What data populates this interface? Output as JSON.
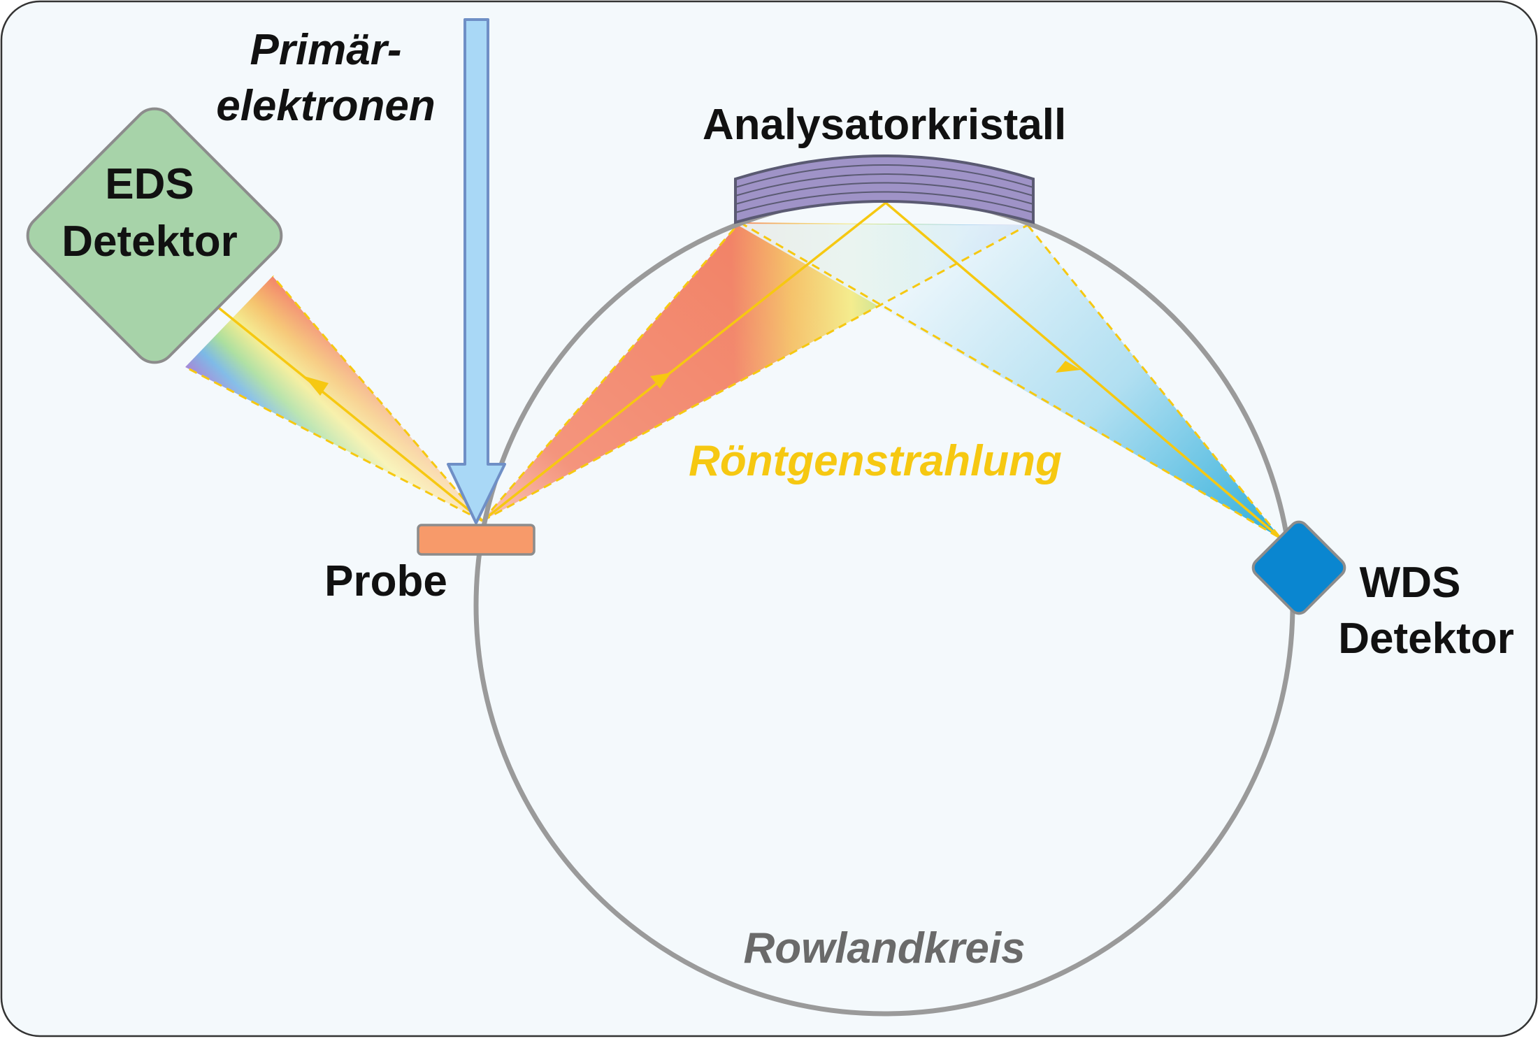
{
  "labels": {
    "primary_line1": "Primär-",
    "primary_line2": "elektronen",
    "eds_line1": "EDS",
    "eds_line2": "Detektor",
    "crystal": "Analysatorkristall",
    "xray": "Röntgenstrahlung",
    "sample": "Probe",
    "wds_line1": "WDS",
    "wds_line2": "Detektor",
    "rowland": "Rowlandkreis"
  },
  "colors": {
    "background": "#f4f9fc",
    "frame": "#333333",
    "circle": "#9a9a9a",
    "beam_fill": "#a9d8f6",
    "beam_stroke": "#6f8fc6",
    "sample_fill": "#f79a6a",
    "eds_fill": "#a7d3a9",
    "crystal_fill": "#9f93c7",
    "crystal_lines": "#5a5a72",
    "wds_fill": "#0a86d0",
    "xray": "#f6c811",
    "xray_label": "#f6c811",
    "rowland_label": "#6a6a6a",
    "text": "#111111"
  },
  "icons": {
    "eds_detector": "rotated-rounded-square",
    "wds_detector": "rotated-rounded-square",
    "crystal": "curved-layered-crystal",
    "beam": "down-arrow"
  }
}
